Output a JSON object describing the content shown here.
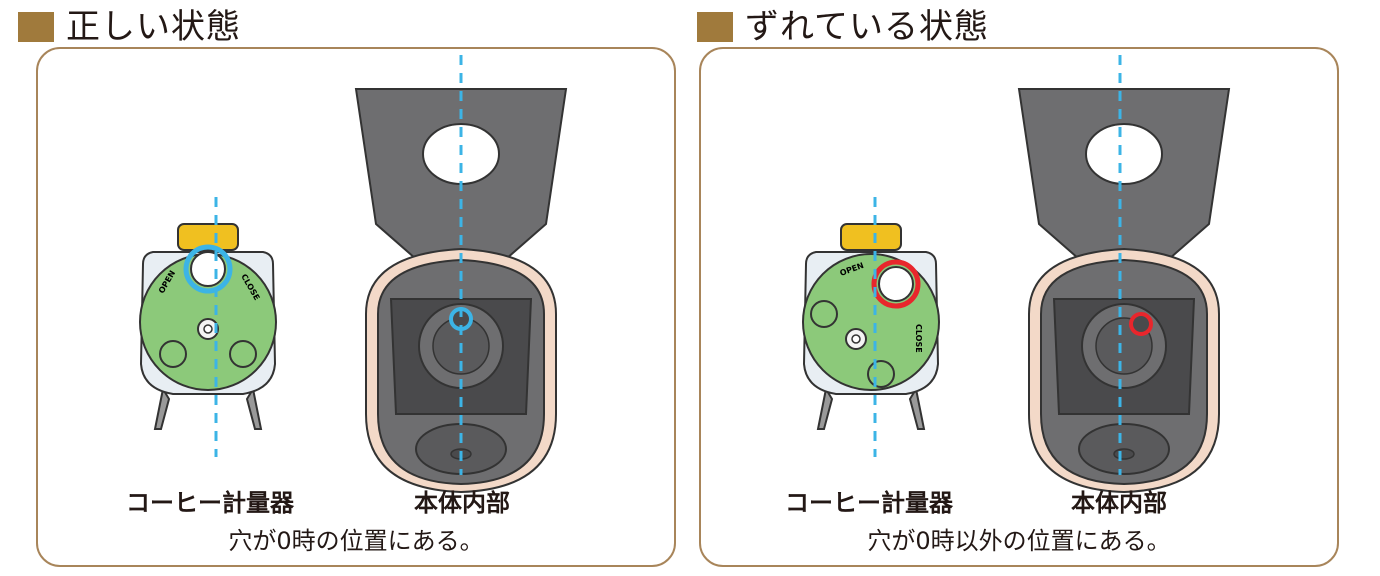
{
  "panels": [
    {
      "heading": "正しい状態",
      "meter_label": "コーヒー計量器",
      "body_label": "本体内部",
      "caption": "穴が0時の位置にある。",
      "hole_position": "0時",
      "highlight_color": "#3cb4e6",
      "open_text": "OPEN",
      "close_text": "CLOSE"
    },
    {
      "heading": "ずれている状態",
      "meter_label": "コーヒー計量器",
      "body_label": "本体内部",
      "caption": "穴が0時以外の位置にある。",
      "hole_position": "0時以外",
      "highlight_color": "#e8262c",
      "open_text": "OPEN",
      "close_text": "CLOSE"
    }
  ],
  "colors": {
    "heading_square": "#a07a3c",
    "panel_border": "#a8855a",
    "guide_line": "#3cb4e6",
    "meter_green": "#8cc97a",
    "meter_yellow": "#f0c020",
    "body_gray": "#6e6e70",
    "body_dark": "#4a4a4c",
    "body_skin": "#f3d9c8"
  }
}
